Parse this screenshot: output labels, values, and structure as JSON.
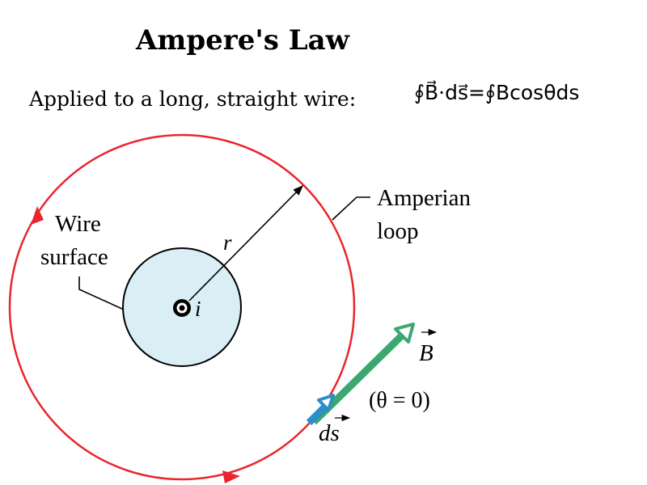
{
  "title": "Ampere's Law",
  "subtitle": "Applied to a long, straight wire:",
  "formula": "∮B⃗·ds⃗=∮Bcosθds",
  "labels": {
    "wire_line1": "Wire",
    "wire_line2": "surface",
    "amperian_line1": "Amperian",
    "amperian_line2": "loop",
    "radius": "r",
    "current": "i",
    "b_vector": "B",
    "ds_vector": "ds",
    "theta": "(θ = 0)"
  },
  "colors": {
    "loop": "#e8262b",
    "wire_fill": "#d9eef5",
    "b_arrow": "#3aa86f",
    "ds_arrow": "#2b8fc9"
  }
}
